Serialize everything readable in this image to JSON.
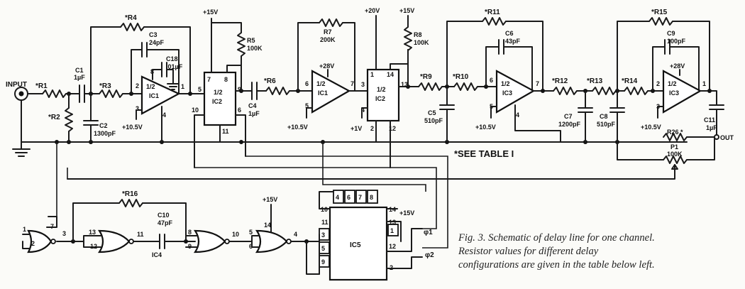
{
  "caption": {
    "lines": [
      "Fig. 3. Schematic of delay line for one channel.",
      "Resistor values for different delay",
      "configurations are given in the table below left."
    ]
  },
  "note": "*SEE TABLE I",
  "ports": {
    "input": "INPUT",
    "output": "OUT"
  },
  "supplies": {
    "p15": "+15V",
    "p20": "+20V",
    "p28": "+28V",
    "p105": "+10.5V",
    "p1": "+1V"
  },
  "ics": {
    "ic1": [
      "1/2",
      "IC1"
    ],
    "ic2": [
      "1/2",
      "IC2"
    ],
    "ic3": [
      "1/2",
      "IC3"
    ],
    "ic4": "IC4",
    "ic5": "IC5"
  },
  "resistors": {
    "r1": "*R1",
    "r2": "*R2",
    "r3": "*R3",
    "r4": "*R4",
    "r5": [
      "R5",
      "100K"
    ],
    "r6": "*R6",
    "r7": [
      "R7",
      "200K"
    ],
    "r8": [
      "R8",
      "100K"
    ],
    "r9": "*R9",
    "r10": "*R10",
    "r11": "*R11",
    "r12": "*R12",
    "r13": "*R13",
    "r14": "*R14",
    "r15": "*R15",
    "r16": "*R16",
    "r26": "R26 *",
    "p1": [
      "P1",
      "100K"
    ]
  },
  "capacitors": {
    "c1": [
      "C1",
      "1µF"
    ],
    "c2": [
      "C2",
      "1300pF"
    ],
    "c3": [
      "C3",
      "24pF"
    ],
    "c4": [
      "C4",
      "1µF"
    ],
    "c5": [
      "C5",
      "510pF"
    ],
    "c6": [
      "C6",
      "43pF"
    ],
    "c7": [
      "C7",
      "1200pF"
    ],
    "c8": [
      "C8",
      "510pF"
    ],
    "c9": [
      "C9",
      "100pF"
    ],
    "c10": [
      "C10",
      "47pF"
    ],
    "c11": [
      "C11",
      "1µF"
    ],
    "c18": [
      "C18",
      ".01µF"
    ]
  },
  "clock": {
    "phi1": "φ1",
    "phi2": "φ2"
  }
}
